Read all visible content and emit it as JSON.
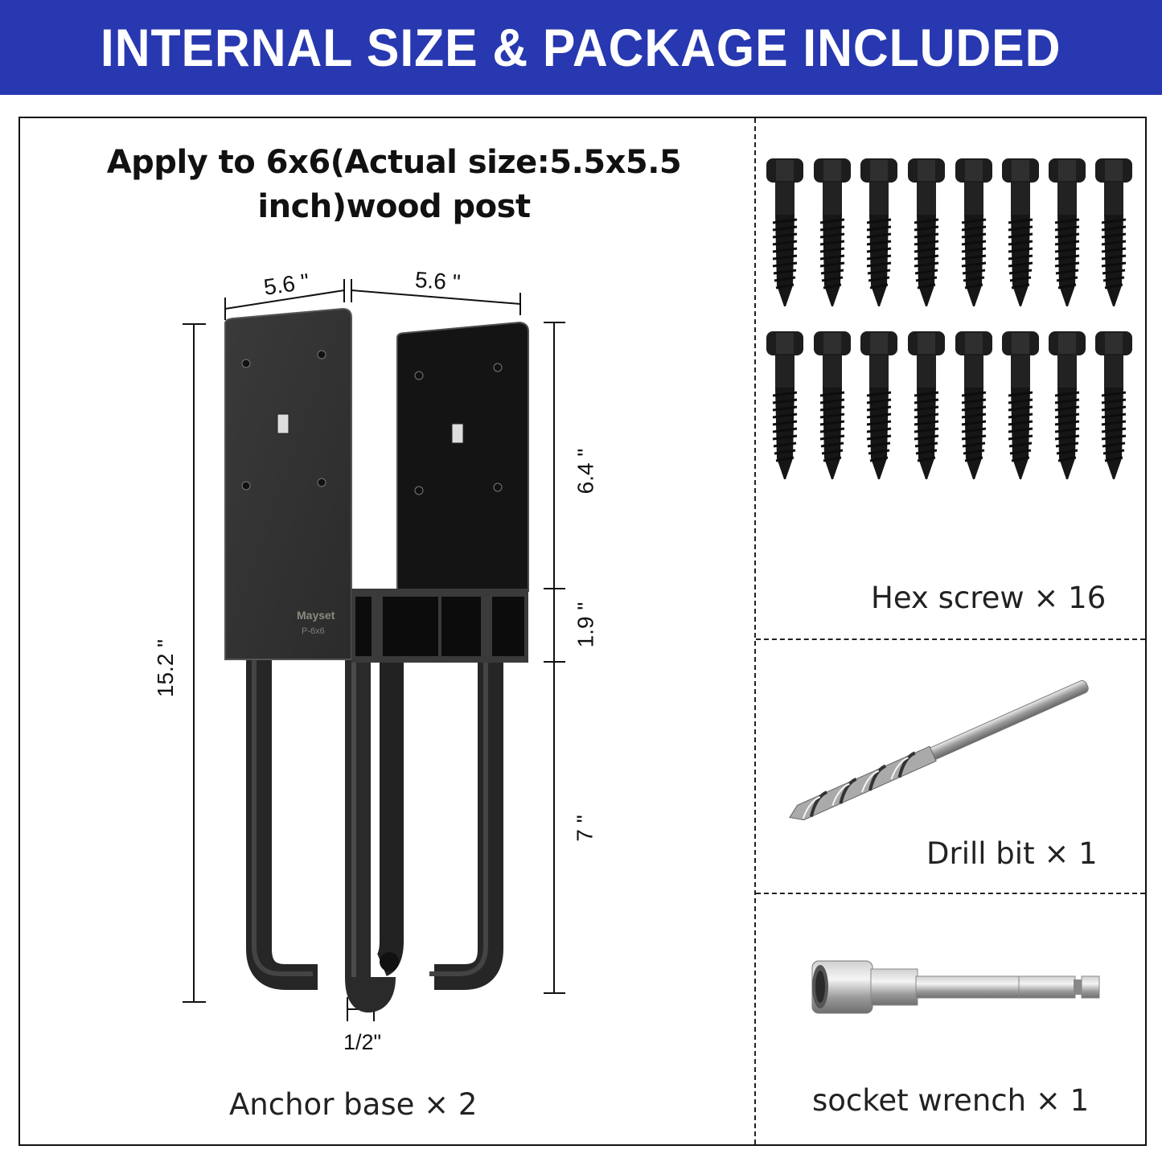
{
  "banner": {
    "title": "INTERNAL SIZE & PACKAGE INCLUDED",
    "background_color": "#2738b0",
    "text_color": "#ffffff"
  },
  "anchor_panel": {
    "headline_line1": "Apply to 6x6(Actual size:5.5x5.5",
    "headline_line2": "inch)wood post",
    "brand_label": "Mayset",
    "model_label": "P-6x6",
    "dimensions": {
      "width_left": "5.6 \"",
      "width_right": "5.6 \"",
      "total_height": "15.2 \"",
      "plate_height": "6.4 \"",
      "base_height": "1.9 \"",
      "rod_length": "7 \"",
      "rod_diameter": "1/2\""
    },
    "caption": "Anchor base  × 2",
    "product_color": "#2a2a2a"
  },
  "package_items": [
    {
      "name": "Hex screw",
      "quantity_label": "Hex screw × 16",
      "count": 16,
      "icon": "hex-screw-icon"
    },
    {
      "name": "Drill bit",
      "quantity_label": "Drill bit × 1",
      "count": 1,
      "icon": "drill-bit-icon"
    },
    {
      "name": "socket wrench",
      "quantity_label": "socket wrench × 1",
      "count": 1,
      "icon": "socket-wrench-icon"
    }
  ]
}
